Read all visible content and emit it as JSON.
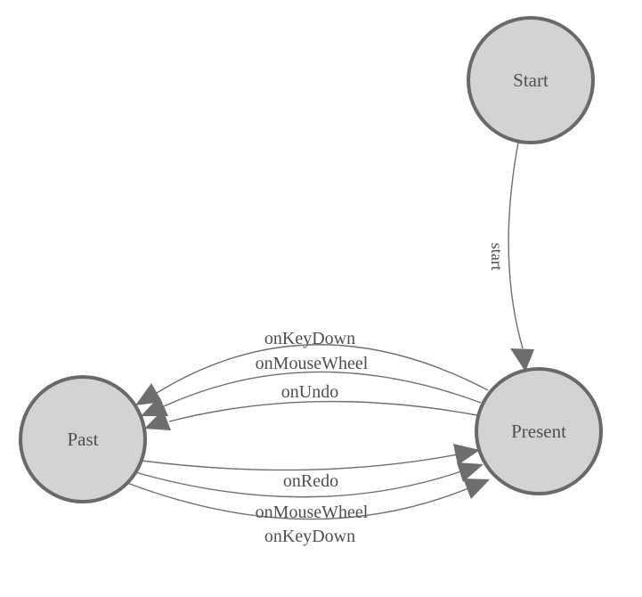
{
  "diagram": {
    "type": "state-machine",
    "colors": {
      "background": "#ffffff",
      "node_fill": "#d3d3d3",
      "node_stroke": "#696969",
      "edge": "#6e6e6e",
      "text": "#4f4f4f"
    },
    "nodes": [
      {
        "id": "start",
        "label": "Start"
      },
      {
        "id": "present",
        "label": "Present"
      },
      {
        "id": "past",
        "label": "Past"
      }
    ],
    "edges": [
      {
        "from": "Start",
        "to": "Present",
        "label": "start"
      },
      {
        "from": "Present",
        "to": "Past",
        "label": "onKeyDown"
      },
      {
        "from": "Present",
        "to": "Past",
        "label": "onMouseWheel"
      },
      {
        "from": "Present",
        "to": "Past",
        "label": "onUndo"
      },
      {
        "from": "Past",
        "to": "Present",
        "label": "onRedo"
      },
      {
        "from": "Past",
        "to": "Present",
        "label": "onMouseWheel"
      },
      {
        "from": "Past",
        "to": "Present",
        "label": "onKeyDown"
      }
    ]
  }
}
